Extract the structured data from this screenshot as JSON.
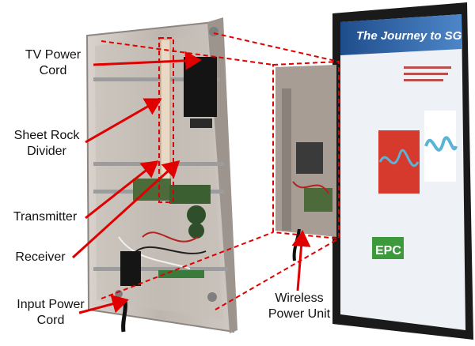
{
  "labels": {
    "tv_power_cord": [
      "TV Power",
      "Cord"
    ],
    "sheet_rock_divider": [
      "Sheet Rock",
      "Divider"
    ],
    "transmitter": [
      "Transmitter"
    ],
    "receiver": [
      "Receiver"
    ],
    "input_power_cord": [
      "Input Power",
      "Cord"
    ],
    "wireless_power_unit": [
      "Wireless",
      "Power Unit"
    ]
  },
  "screen": {
    "title": "The Journey to SG",
    "logo_text": "EPC"
  },
  "colors": {
    "arrow": "#e00000",
    "dashed_outline": "#e00000",
    "tv_bezel": "#1a1a1a",
    "screen_banner": "#1f4d8c",
    "screen_body": "#eef1f6",
    "panel_red": "#d63a2c",
    "waveform": "#5bb3d6",
    "logo_green": "#3c9a3c"
  }
}
